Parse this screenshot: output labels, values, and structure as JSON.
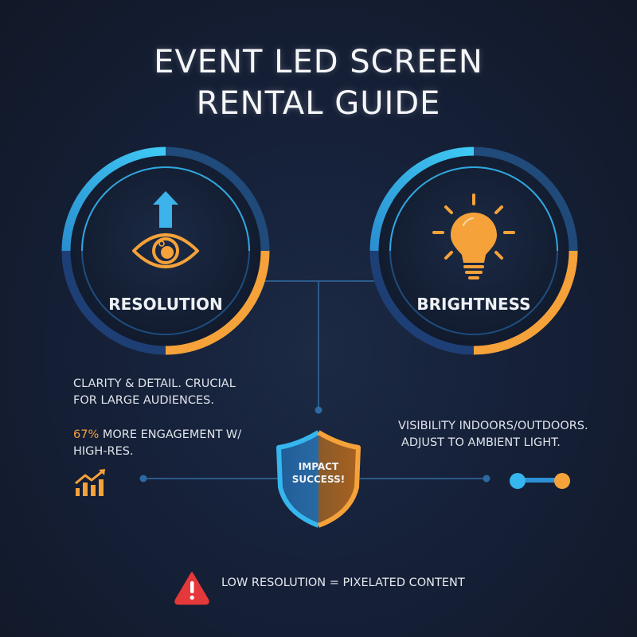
{
  "title": {
    "line1": "EVENT LED SCREEN",
    "line2": "RENTAL GUIDE"
  },
  "colors": {
    "background": "#131c2e",
    "accent_blue": "#35b6ee",
    "accent_orange": "#f5a23a",
    "ring_dark_blue": "#1f4a7a",
    "connector": "#2b5a8a",
    "warning_red": "#e5383b"
  },
  "left_panel": {
    "icon_primary": "eye-icon",
    "icon_secondary": "arrow-up-icon",
    "label": "RESOLUTION",
    "description_line1": "CLARITY & DETAIL. CRUCIAL",
    "description_line2": "FOR LARGE AUDIENCES.",
    "stat_value": "67%",
    "stat_text_line1": " MORE ENGAGEMENT W/",
    "stat_text_line2": "HIGH-RES.",
    "stat_icon": "bar-chart-growth-icon"
  },
  "right_panel": {
    "icon_primary": "lightbulb-icon",
    "label": "BRIGHTNESS",
    "description_line1": "VISIBILITY INDOORS/OUTDOORS.",
    "description_line2": "ADJUST TO AMBIENT LIGHT.",
    "slider_icon": "toggle-slider-icon"
  },
  "center": {
    "badge_icon": "shield-icon",
    "badge_line1": "IMPACT",
    "badge_line2": "SUCCESS!"
  },
  "warning": {
    "icon": "warning-triangle-icon",
    "text": "LOW RESOLUTION = PIXELATED CONTENT"
  }
}
